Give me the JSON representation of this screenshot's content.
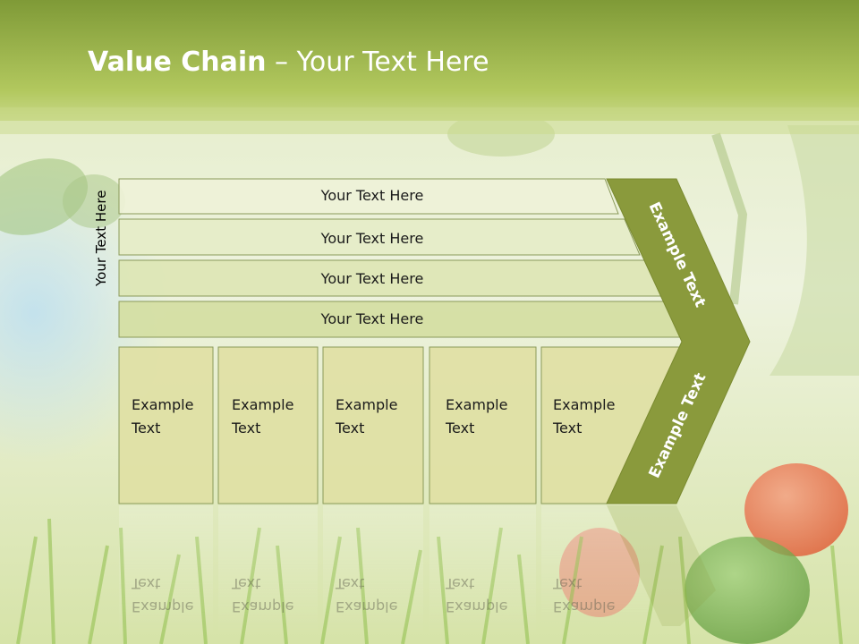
{
  "slide": {
    "title_bold": "Value Chain",
    "title_rest": " – Your Text Here",
    "side_label": "Your Text Here",
    "rows": [
      "Your Text Here",
      "Your Text Here",
      "Your Text Here",
      "Your Text Here"
    ],
    "cells": [
      {
        "line1": "Example",
        "line2": "Text"
      },
      {
        "line1": "Example",
        "line2": "Text"
      },
      {
        "line1": "Example",
        "line2": "Text"
      },
      {
        "line1": "Example",
        "line2": "Text"
      },
      {
        "line1": "Example",
        "line2": "Text"
      }
    ],
    "arrow_upper": "Example Text",
    "arrow_lower": "Example Text"
  },
  "colors": {
    "header_top": "#7f9a37",
    "header_bottom": "#b7cc63",
    "row_fills": [
      "#eef2d8",
      "#e6ecc6",
      "#dde6b4",
      "#d4dea2"
    ],
    "cell_fill": "#dfe0a4",
    "arrow_fill": "#8a9a3c",
    "outline": "#8a9a5a"
  }
}
